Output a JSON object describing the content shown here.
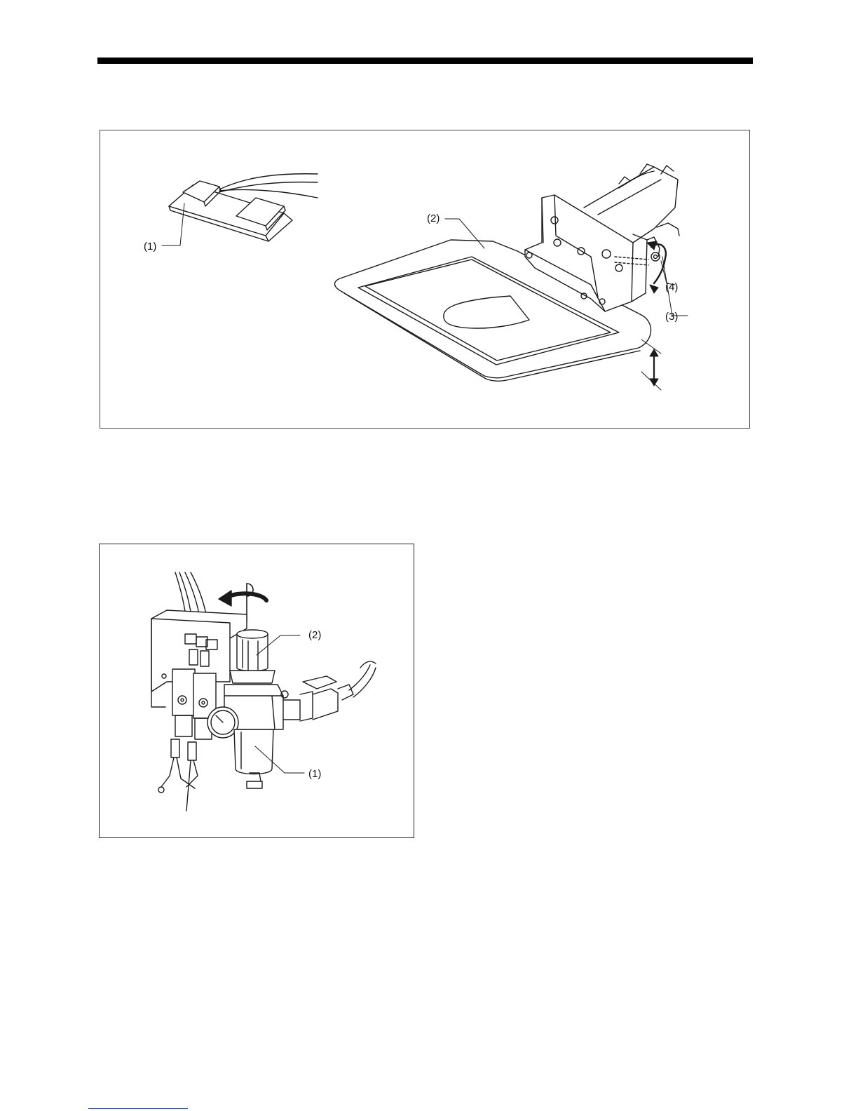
{
  "figure1": {
    "callouts": [
      "(1)",
      "(2)",
      "(3)",
      "(4)"
    ]
  },
  "figure2": {
    "callouts": [
      "(2)",
      "(1)"
    ]
  },
  "colors": {
    "line": "#1a1a1a",
    "frame": "#444444",
    "link": "#2a4fd8"
  }
}
